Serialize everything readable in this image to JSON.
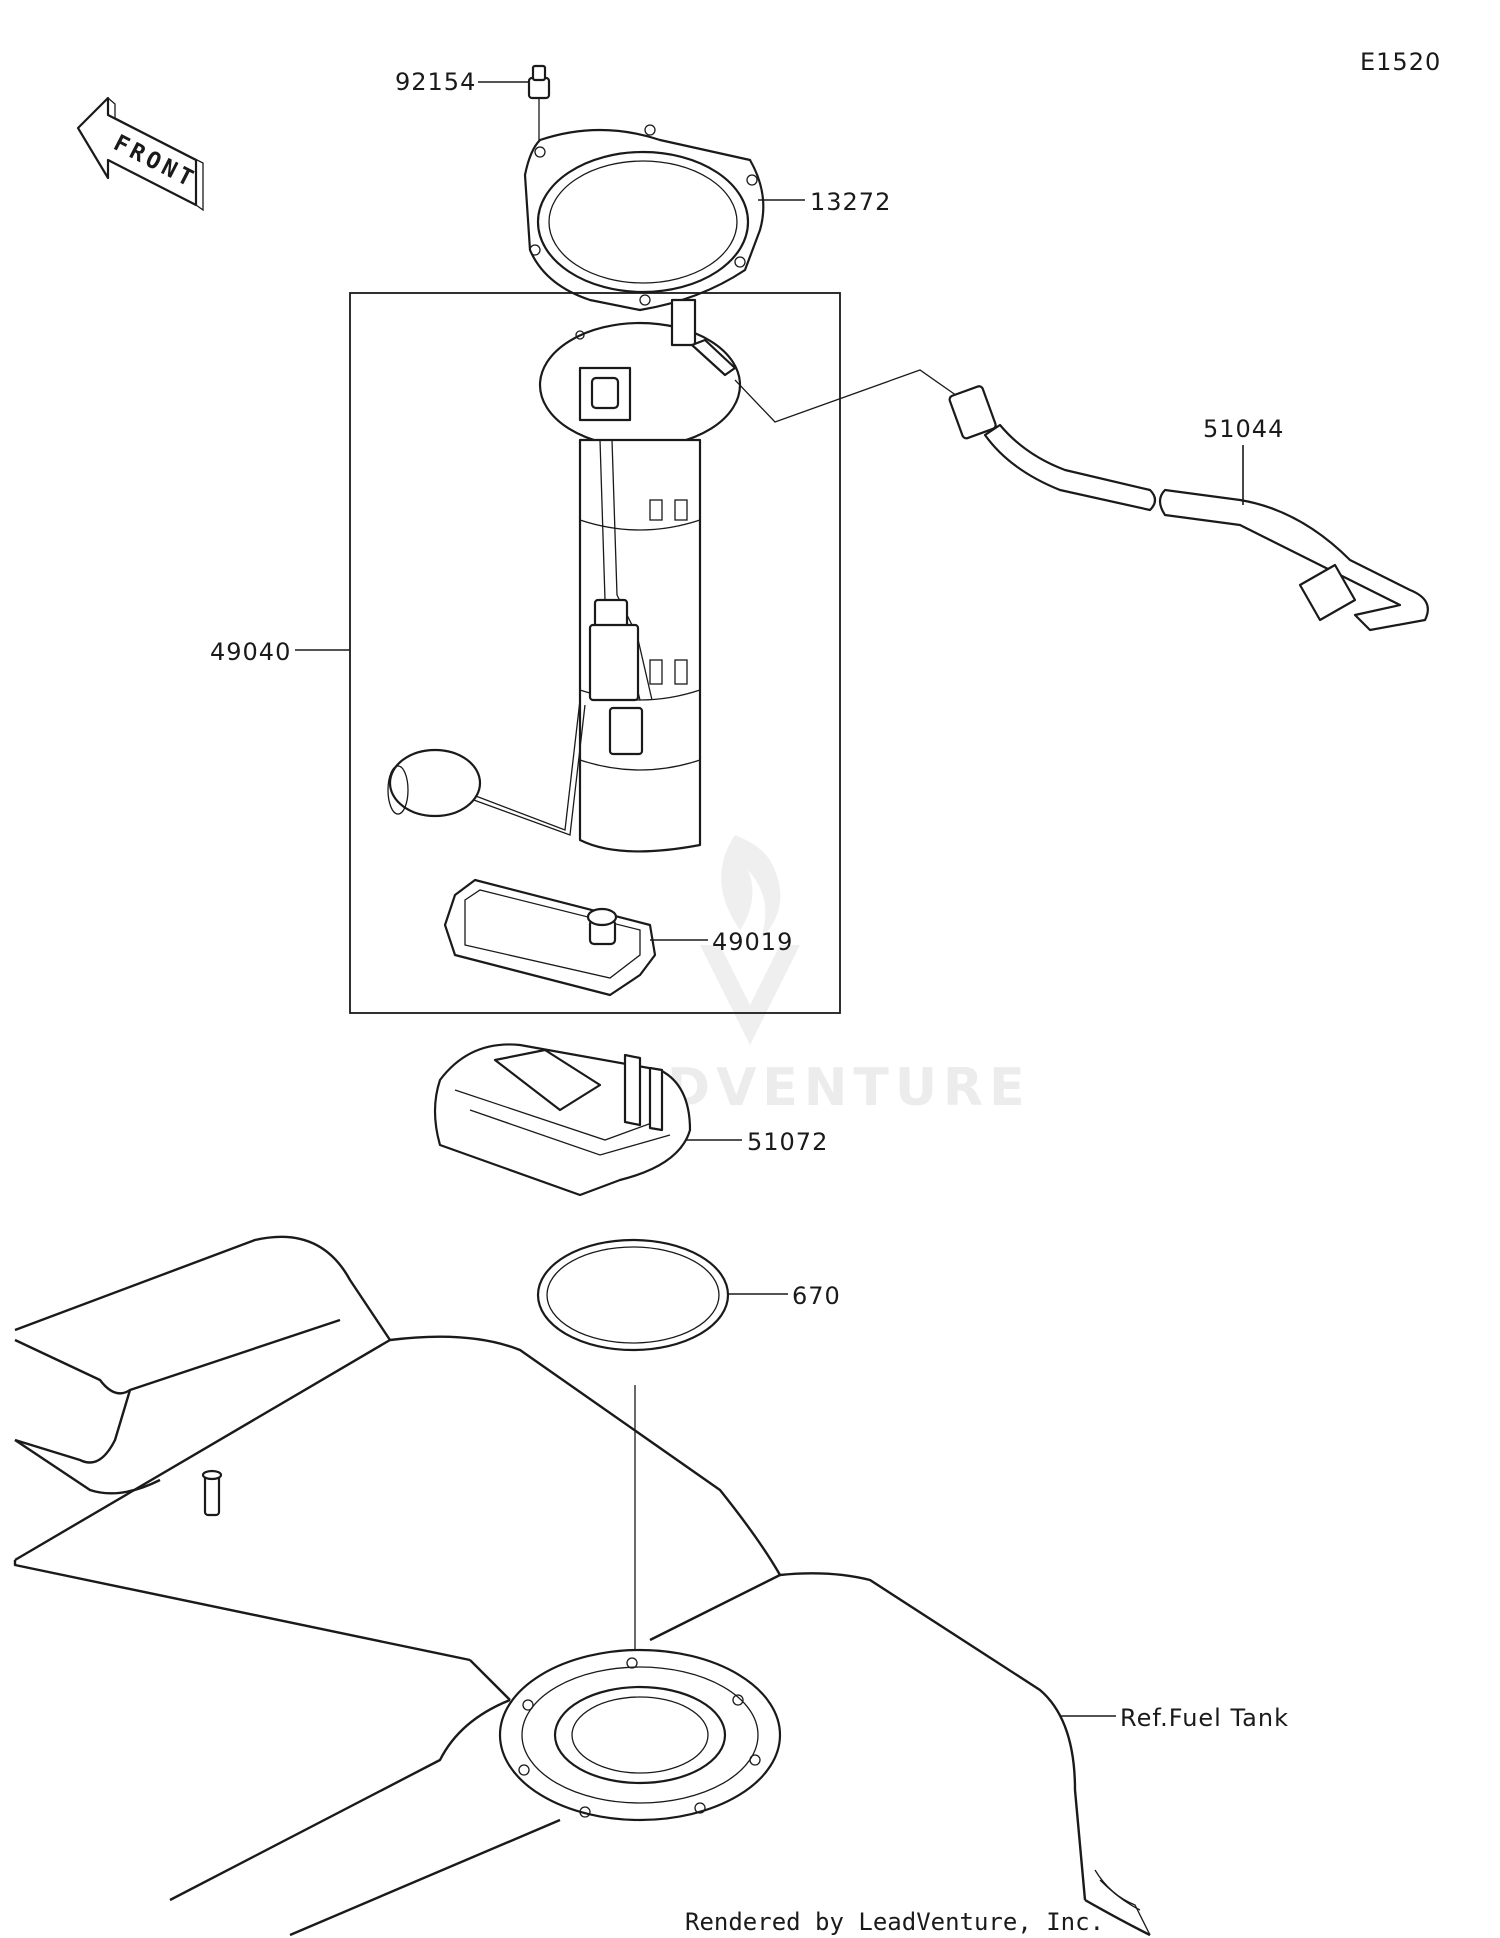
{
  "diagram_code": "E1520",
  "front_arrow_text": "FRONT",
  "callouts": {
    "bolt": "92154",
    "plate": "13272",
    "hose": "51044",
    "pump_assembly": "49040",
    "filter": "49019",
    "bracket": "51072",
    "oring": "670",
    "ref_tank": "Ref.Fuel Tank"
  },
  "watermark": "LEADVENTURE",
  "credit": "Rendered by LeadVenture, Inc."
}
